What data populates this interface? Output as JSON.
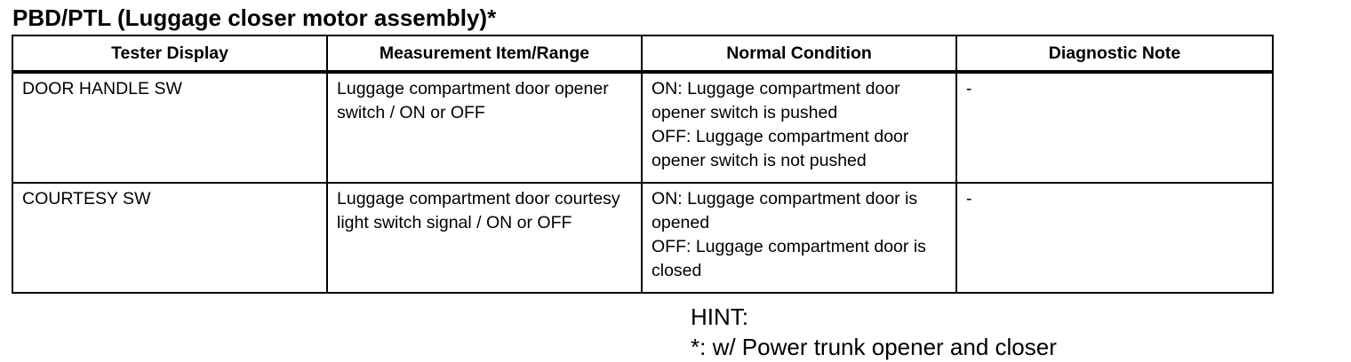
{
  "title": "PBD/PTL (Luggage closer motor assembly)*",
  "table": {
    "headers": [
      "Tester Display",
      "Measurement Item/Range",
      "Normal Condition",
      "Diagnostic Note"
    ],
    "rows": [
      {
        "tester_display": "DOOR HANDLE SW",
        "measurement": "Luggage compartment door opener switch / ON or OFF",
        "normal_on": "ON: Luggage compartment door opener switch is pushed",
        "normal_off": "OFF: Luggage compartment door opener switch is not pushed",
        "note": "-"
      },
      {
        "tester_display": "COURTESY SW",
        "measurement": "Luggage compartment door courtesy light switch signal / ON or OFF",
        "normal_on": "ON: Luggage compartment door is opened",
        "normal_off": "OFF: Luggage compartment door is closed",
        "note": "-"
      }
    ]
  },
  "hint": {
    "label": "HINT:",
    "text": "*: w/ Power trunk opener and closer"
  }
}
